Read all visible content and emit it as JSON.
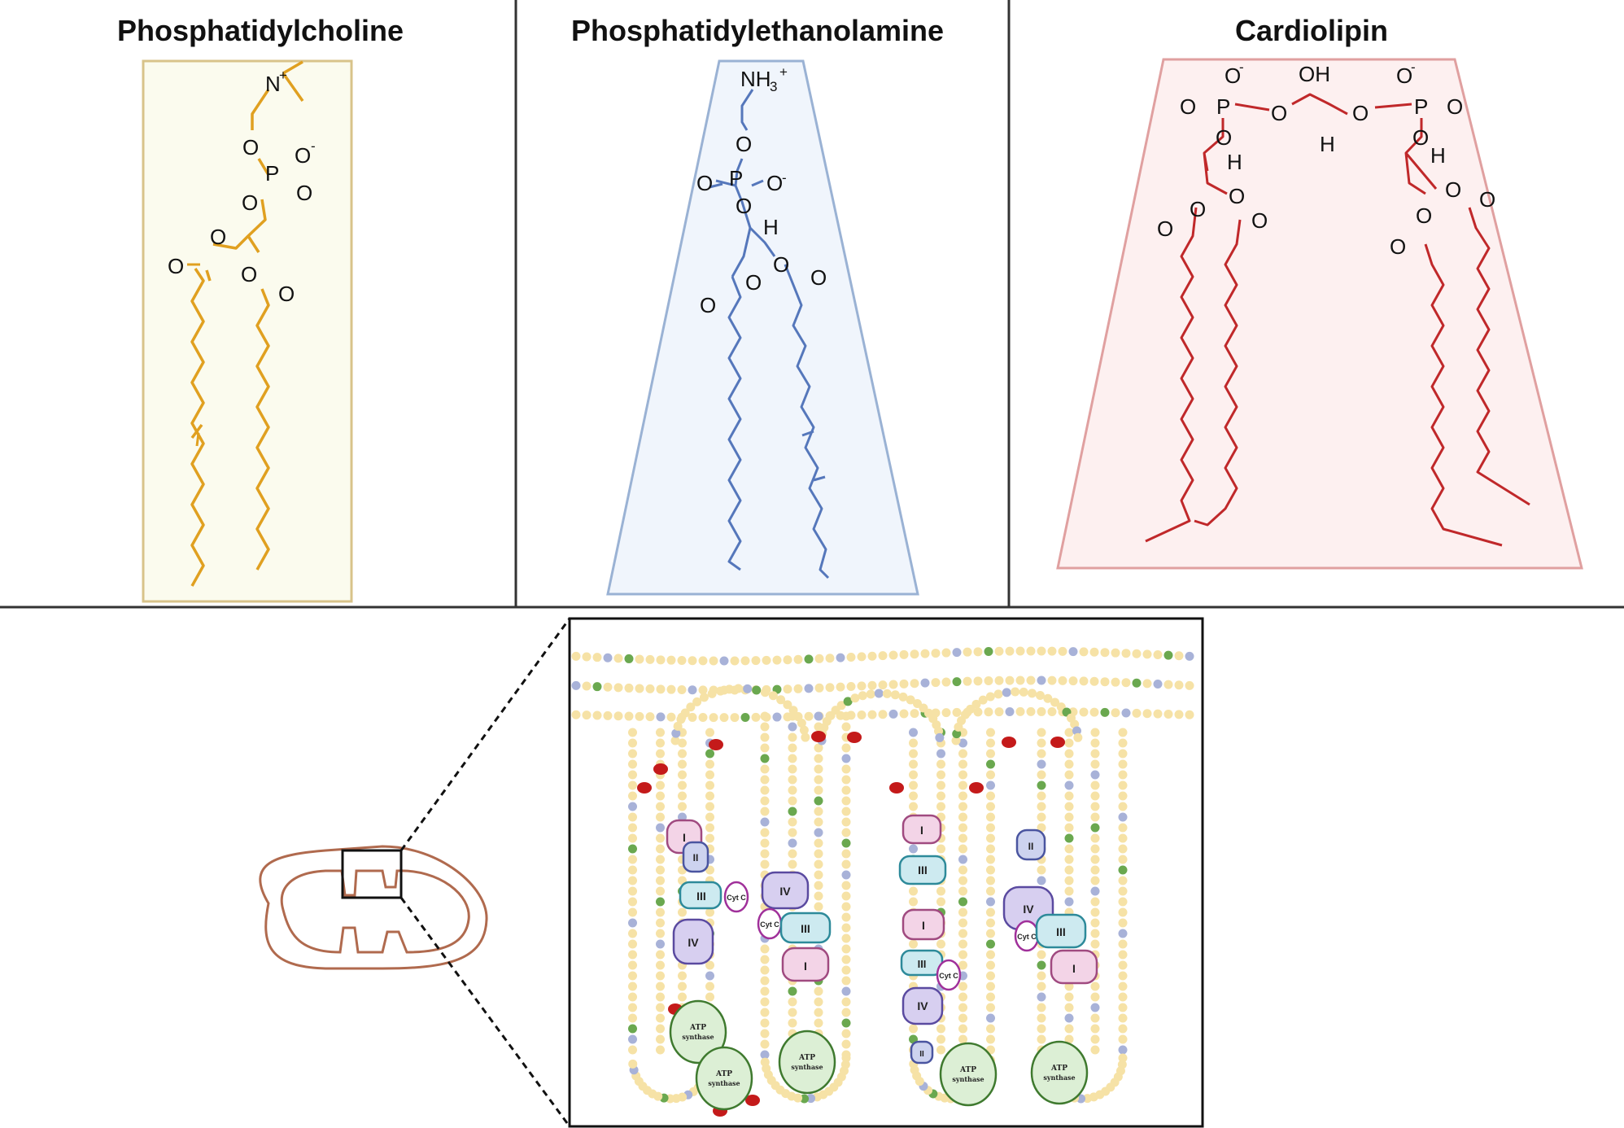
{
  "panels": [
    {
      "title": "Phosphatidylcholine",
      "color": "#e0a020",
      "bg": "#fbfbee",
      "border": "#d8c38a"
    },
    {
      "title": "Phosphatidylethanolamine",
      "color": "#5577bb",
      "bg": "#f0f5fc",
      "border": "#9ab2d4"
    },
    {
      "title": "Cardiolipin",
      "color": "#c0282a",
      "bg": "#fdf0f0",
      "border": "#e0a0a0"
    }
  ],
  "atoms": {
    "n_plus": "N",
    "plus": "+",
    "minus": "-",
    "o": "O",
    "p": "P",
    "h": "H",
    "oh": "OH",
    "nh3": "NH",
    "sub3": "3"
  },
  "complexes": {
    "c1": "I",
    "c2": "II",
    "c3": "III",
    "c4": "IV",
    "cytc": "Cyt C",
    "atp_line1": "ATP",
    "atp_line2": "synthase"
  },
  "colors": {
    "divider": "#333333",
    "mito": "#b06a4e",
    "head_yellow": "#f6e2a6",
    "head_blue": "#a8b2d8",
    "head_green": "#6aa84f",
    "cardiolipin_red": "#c41a1a",
    "complex1": "#f3d4e7",
    "complex2": "#cdd3ef",
    "complex3": "#cdeaf0",
    "complex4": "#d7cff0",
    "atp": "#dcefd5"
  }
}
